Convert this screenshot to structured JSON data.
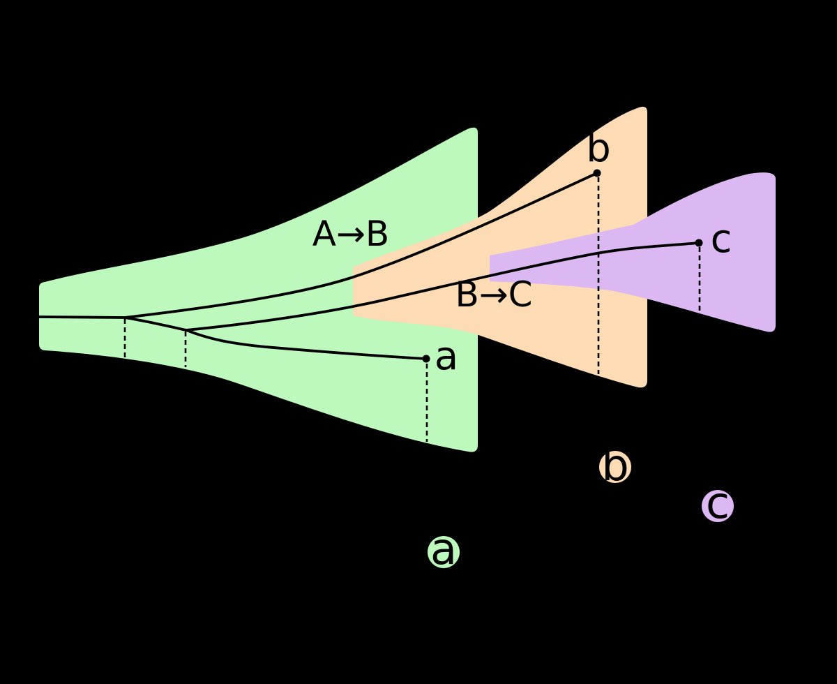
{
  "background": "#000000",
  "colors": {
    "line": "#000000",
    "species_a": "#bdf8bd",
    "species_b": "#fcdbb5",
    "species_c": "#dbb8f2"
  },
  "labels": {
    "transition_ab": "A→B",
    "transition_bc": "B→C"
  },
  "points": {
    "a": "a",
    "b": "b",
    "c": "c"
  },
  "legend": {
    "a": "a",
    "b": "b",
    "c": "c"
  }
}
